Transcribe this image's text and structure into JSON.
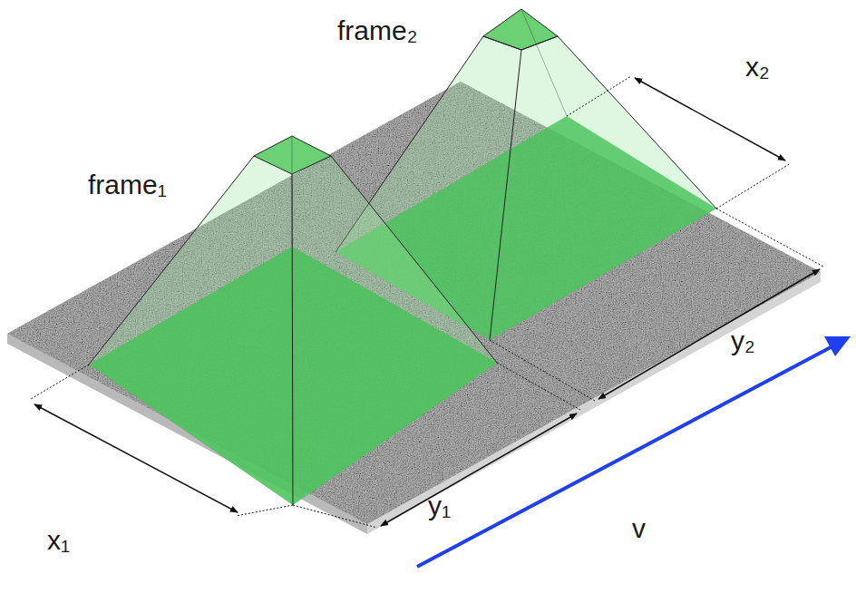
{
  "diagram": {
    "labels": [
      "frame₁",
      "frame₂",
      "x₁",
      "y₁",
      "x₂",
      "y₂",
      "v"
    ]
  }
}
